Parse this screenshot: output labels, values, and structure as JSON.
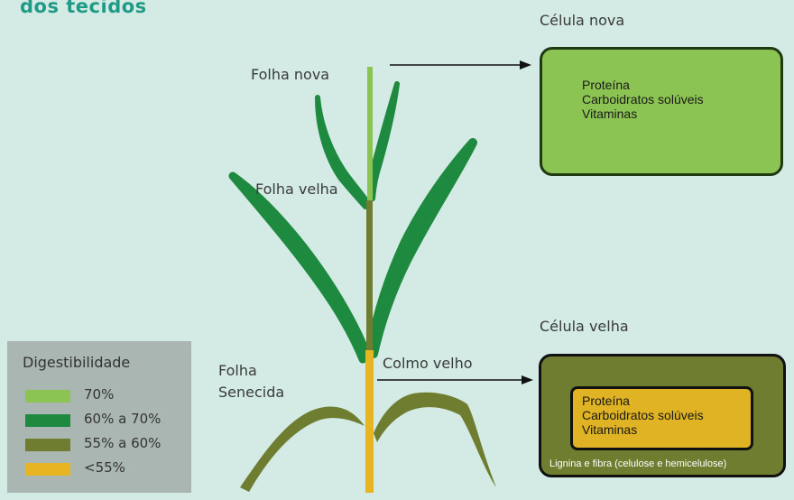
{
  "title_fragment": "dos tecidos",
  "headers": {
    "new_cell": "Célula nova",
    "old_cell": "Célula velha"
  },
  "plant_labels": {
    "young_leaf": "Folha nova",
    "old_leaf": "Folha velha",
    "old_stem": "Colmo velho",
    "senescent_1": "Folha",
    "senescent_2": "Senecida"
  },
  "new_cell_contents": [
    "Proteína",
    "Carboidratos solúveis",
    "Vitaminas"
  ],
  "old_cell_contents": [
    "Proteína",
    "Carboidratos solúveis",
    "Vitaminas"
  ],
  "old_cell_wall": "Lignina e fibra (celulose e hemicelulose)",
  "legend": {
    "title": "Digestibilidade",
    "items": [
      {
        "label": "70%",
        "color": "#8cc453"
      },
      {
        "label": "60% a 70%",
        "color": "#1d8a3f"
      },
      {
        "label": "55% a 60%",
        "color": "#6f7d31"
      },
      {
        "label": "<55%",
        "color": "#e7b522"
      }
    ]
  },
  "colors": {
    "background": "#d3ebe4",
    "title": "#1f9a87",
    "stem_young": "#8cc453",
    "stem_mid": "#6f7d31",
    "stem_old": "#e7b522",
    "leaf_dark": "#1d8a3f",
    "leaf_senescent": "#6f7d31"
  }
}
